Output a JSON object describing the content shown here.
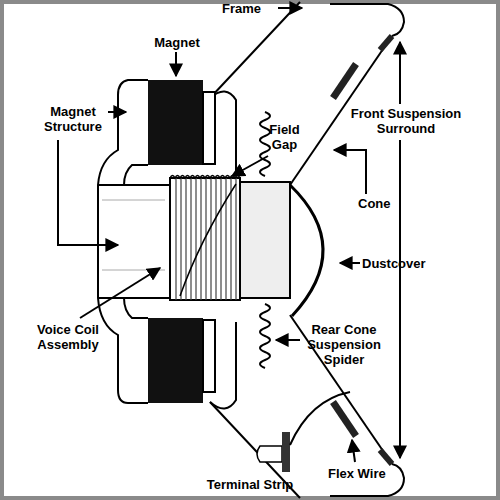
{
  "diagram": {
    "labels": [
      "Frame",
      "Magnet",
      "Magnet Structure",
      "Field Gap",
      "Front Suspension Surround",
      "Cone",
      "Dustcover",
      "Voice Coil Assembly",
      "Rear Cone Suspension Spider",
      "Terminal Strip",
      "Flex Wire"
    ]
  }
}
